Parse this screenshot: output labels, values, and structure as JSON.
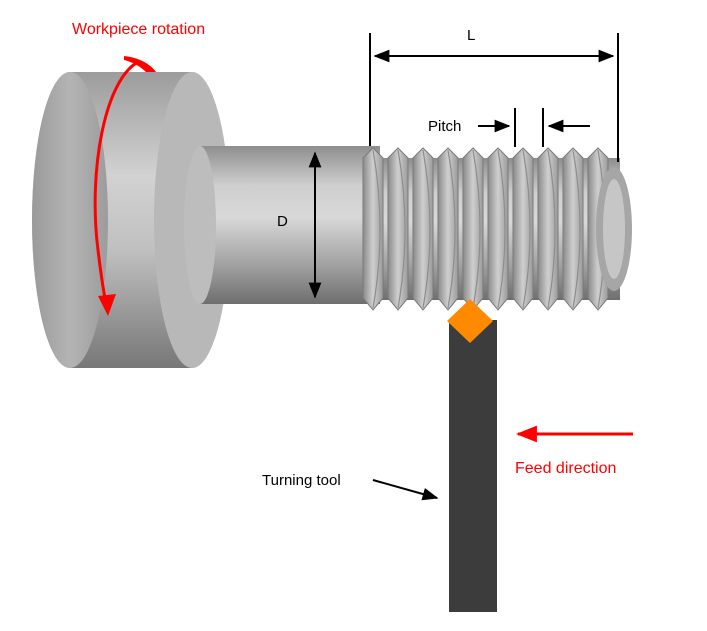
{
  "labels": {
    "workpiece_rotation": "Workpiece rotation",
    "length": "L",
    "pitch": "Pitch",
    "diameter": "D",
    "turning_tool": "Turning tool",
    "feed_direction": "Feed direction"
  },
  "colors": {
    "annotation_red": "#ff0000",
    "tool_body": "#3c3c3c",
    "tool_insert": "#ff8a00",
    "workpiece_gray": "#a8a8a8",
    "dimension_black": "#000000"
  },
  "thread": {
    "visible_crests": 10
  }
}
